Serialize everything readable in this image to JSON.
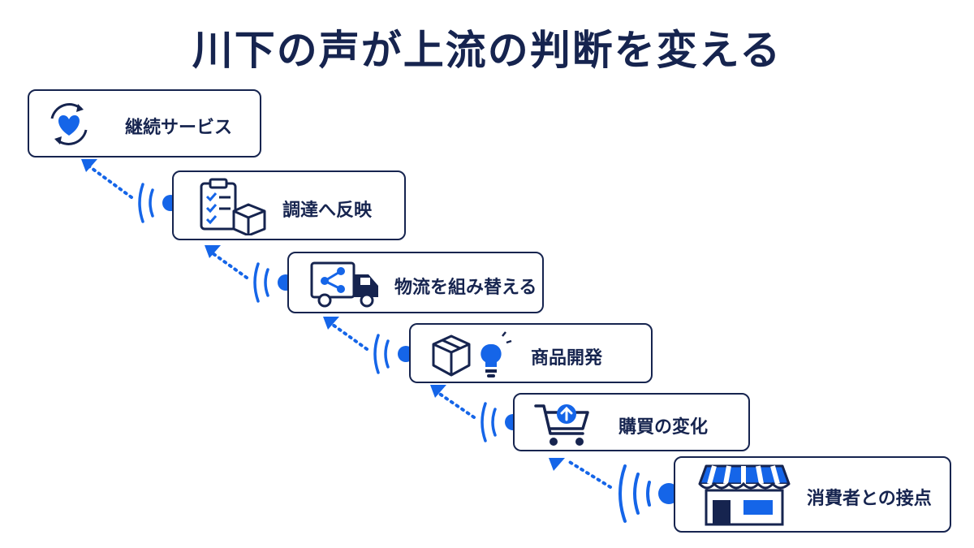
{
  "title": "川下の声が上流の判断を変える",
  "steps": [
    {
      "label": "継続サービス",
      "icon": "heart-cycle-icon"
    },
    {
      "label": "調達へ反映",
      "icon": "clipboard-box-icon"
    },
    {
      "label": "物流を組み替える",
      "icon": "delivery-truck-icon"
    },
    {
      "label": "商品開発",
      "icon": "box-lightbulb-icon"
    },
    {
      "label": "購買の変化",
      "icon": "shopping-cart-icon"
    },
    {
      "label": "消費者との接点",
      "icon": "storefront-icon"
    }
  ],
  "colors": {
    "navy": "#16244f",
    "accent": "#1565e8"
  }
}
